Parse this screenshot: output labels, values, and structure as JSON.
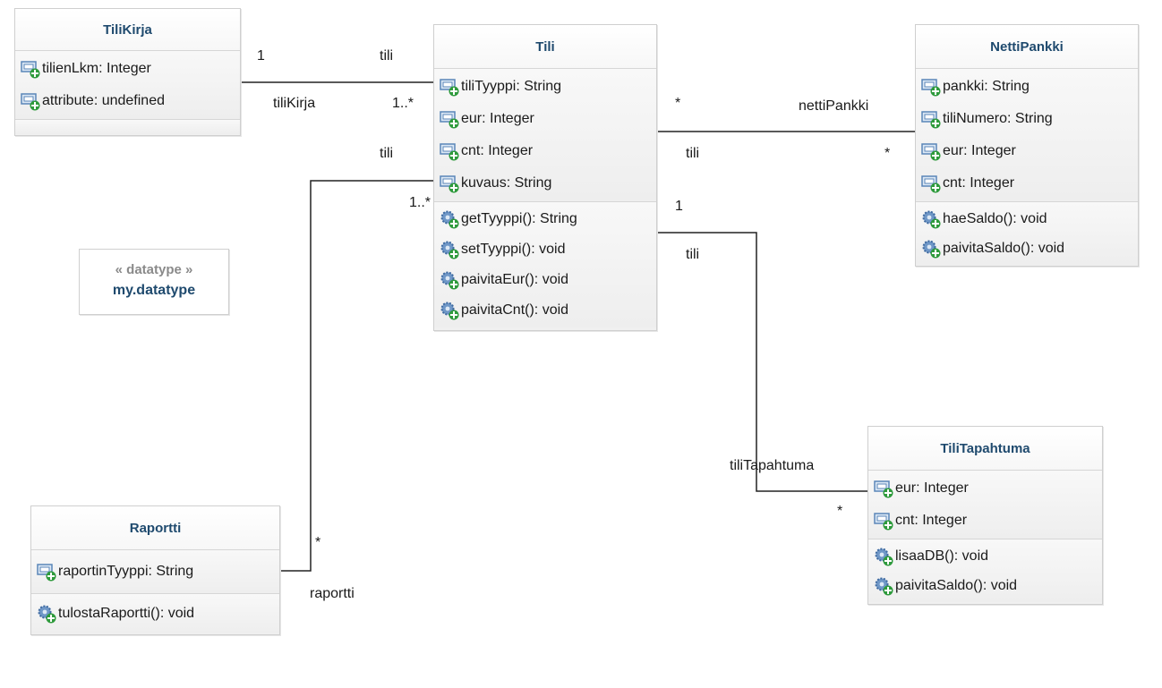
{
  "classes": {
    "tiliKirja": {
      "name": "TiliKirja",
      "attributes": [
        "tilienLkm: Integer",
        "attribute: undefined"
      ],
      "operations": []
    },
    "tili": {
      "name": "Tili",
      "attributes": [
        "tiliTyyppi: String",
        "eur: Integer",
        "cnt: Integer",
        "kuvaus: String"
      ],
      "operations": [
        "getTyyppi(): String",
        "setTyyppi(): void",
        "paivitaEur(): void",
        "paivitaCnt(): void"
      ]
    },
    "nettiPankki": {
      "name": "NettiPankki",
      "attributes": [
        "pankki: String",
        "tiliNumero: String",
        "eur: Integer",
        "cnt: Integer"
      ],
      "operations": [
        "haeSaldo(): void",
        "paivitaSaldo(): void"
      ]
    },
    "raportti": {
      "name": "Raportti",
      "attributes": [
        "raportinTyyppi: String"
      ],
      "operations": [
        "tulostaRaportti(): void"
      ]
    },
    "tiliTapahtuma": {
      "name": "TiliTapahtuma",
      "attributes": [
        "eur: Integer",
        "cnt: Integer"
      ],
      "operations": [
        "lisaaDB(): void",
        "paivitaSaldo(): void"
      ]
    }
  },
  "datatype": {
    "stereotype": "« datatype »",
    "name": "my.datatype"
  },
  "associations": {
    "tiliKirja_tili": {
      "mult_kirja": "1",
      "role_kirja": "tiliKirja",
      "role_tili": "tili",
      "mult_tili": "1..*"
    },
    "tili_nettiPankki": {
      "mult_tili": "*",
      "role_netti": "nettiPankki",
      "role_tili": "tili",
      "mult_netti": "*"
    },
    "tili_raportti": {
      "role_tili": "tili",
      "mult_tili": "1..*",
      "mult_raportti": "*",
      "role_raportti": "raportti"
    },
    "tili_tiliTapahtuma": {
      "mult_tili": "1",
      "role_tili": "tili",
      "role_tapahtuma": "tiliTapahtuma",
      "mult_tapahtuma": "*"
    }
  },
  "icons": {
    "attribute": "attribute-icon",
    "operation": "operation-icon"
  },
  "colors": {
    "class_name": "#1f4a6e",
    "border": "#cfcfcf",
    "plus": "#2e9a3c",
    "attr_icon": "#5a86b8"
  }
}
